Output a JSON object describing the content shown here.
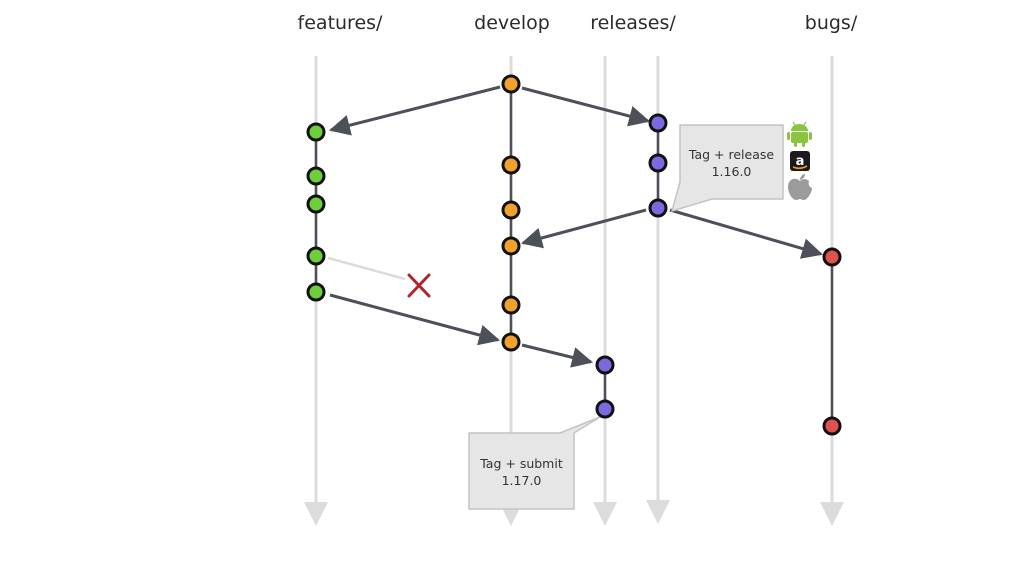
{
  "lanes": [
    {
      "key": "features",
      "label": "features/"
    },
    {
      "key": "develop",
      "label": "develop"
    },
    {
      "key": "releases",
      "label": "releases/"
    },
    {
      "key": "bugs",
      "label": "bugs/"
    }
  ],
  "callouts": {
    "release": {
      "line1": "Tag + release",
      "line2": "1.16.0"
    },
    "submit": {
      "line1": "Tag + submit",
      "line2": "1.17.0"
    }
  },
  "colors": {
    "features": "#6fcf3a",
    "develop": "#f2a22c",
    "releases": "#7a6ae0",
    "bugs": "#e05252",
    "arrow": "#4d5058",
    "lane": "#dcdcdc",
    "discard": "#b0262a",
    "callout_fill": "#e6e6e6",
    "callout_stroke": "#c4c4c4"
  },
  "icons": {
    "discard": "x-mark-icon",
    "stores": [
      "android-icon",
      "amazon-icon",
      "apple-icon"
    ]
  }
}
